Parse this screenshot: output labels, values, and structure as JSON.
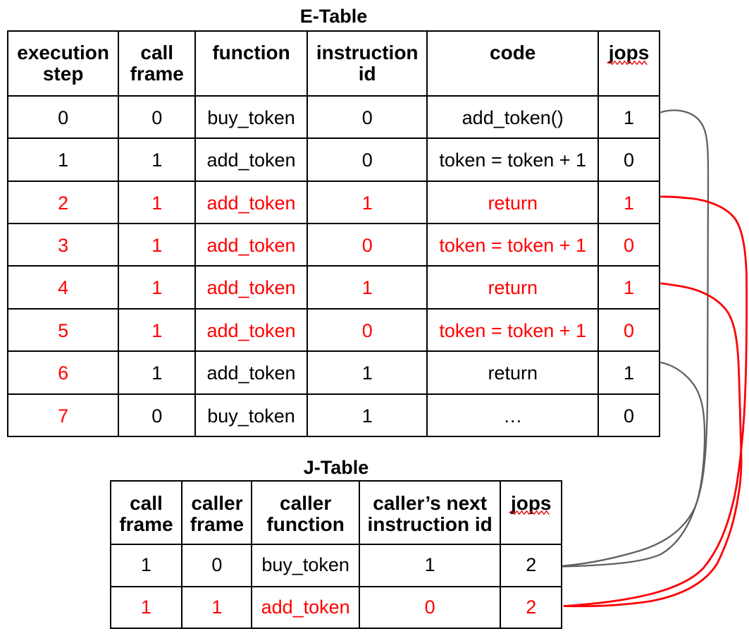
{
  "colors": {
    "text_black": "#000000",
    "highlight_red": "#ff0000",
    "connector_gray": "#606060",
    "connector_red": "#fb0006",
    "squiggle_red": "#e31313",
    "border_black": "#000000",
    "background": "#ffffff"
  },
  "e_table": {
    "title": "E-Table",
    "columns": [
      "execution step",
      "call frame",
      "function",
      "instruction id",
      "code",
      "jops"
    ],
    "rows": [
      {
        "cells": [
          "0",
          "0",
          "buy_token",
          "0",
          "add_token()",
          "1"
        ]
      },
      {
        "cells": [
          "1",
          "1",
          "add_token",
          "0",
          "token = token + 1",
          "0"
        ]
      },
      {
        "cells": [
          "2",
          "1",
          "add_token",
          "1",
          "return",
          "1"
        ]
      },
      {
        "cells": [
          "3",
          "1",
          "add_token",
          "0",
          "token = token + 1",
          "0"
        ]
      },
      {
        "cells": [
          "4",
          "1",
          "add_token",
          "1",
          "return",
          "1"
        ]
      },
      {
        "cells": [
          "5",
          "1",
          "add_token",
          "0",
          "token = token + 1",
          "0"
        ]
      },
      {
        "cells": [
          "6",
          "1",
          "add_token",
          "1",
          "return",
          "1"
        ]
      },
      {
        "cells": [
          "7",
          "0",
          "buy_token",
          "1",
          "…",
          "0"
        ]
      }
    ],
    "red_rows": [
      2,
      3,
      4,
      5
    ],
    "red_step_only_rows": [
      6,
      7
    ]
  },
  "j_table": {
    "title": "J-Table",
    "columns": [
      "call frame",
      "caller frame",
      "caller function",
      "caller’s next instruction id",
      "jops"
    ],
    "rows": [
      {
        "cells": [
          "1",
          "0",
          "buy_token",
          "1",
          "2"
        ]
      },
      {
        "cells": [
          "1",
          "1",
          "add_token",
          "0",
          "2"
        ]
      }
    ],
    "red_rows": [
      1
    ]
  },
  "connectors": [
    {
      "id": "e0-j0",
      "from": "e_table row 0 jops",
      "to": "j_table row 0",
      "color": "gray"
    },
    {
      "id": "e2-j1",
      "from": "e_table row 2 jops",
      "to": "j_table row 1",
      "color": "red"
    },
    {
      "id": "e4-j1",
      "from": "e_table row 4 jops",
      "to": "j_table row 1",
      "color": "red"
    },
    {
      "id": "e6-j0",
      "from": "e_table row 6 jops",
      "to": "j_table row 0",
      "color": "gray"
    }
  ]
}
